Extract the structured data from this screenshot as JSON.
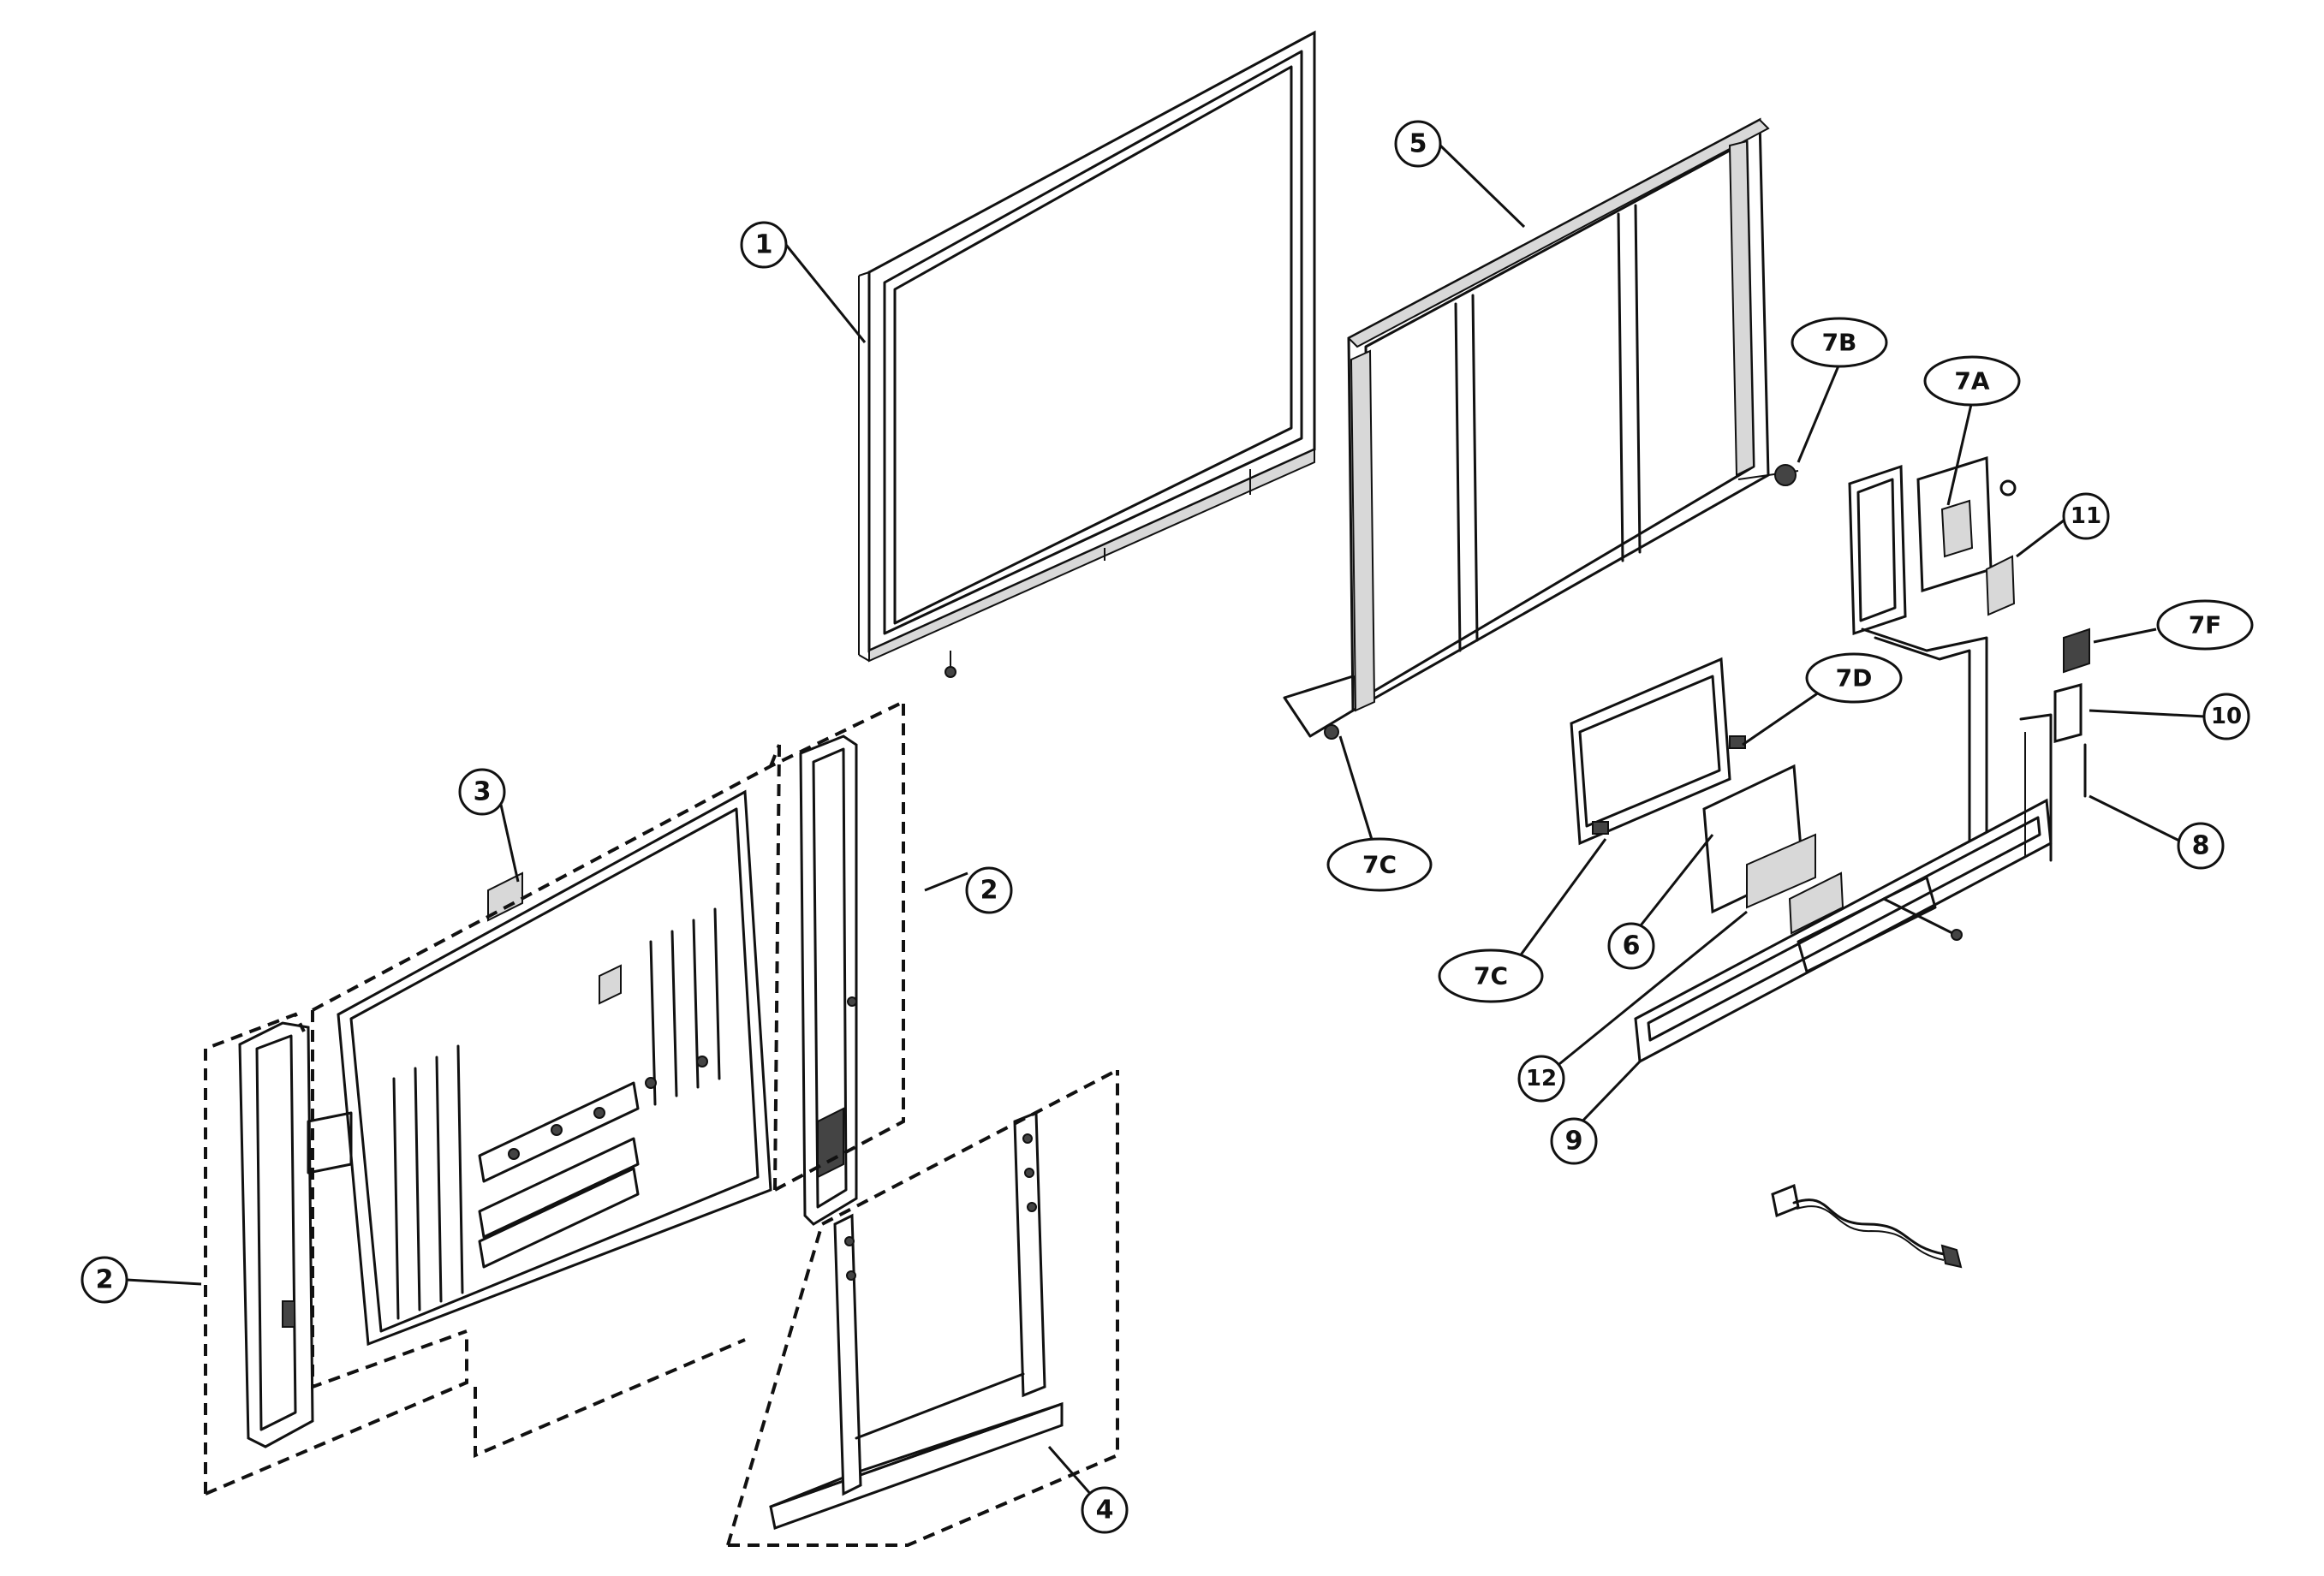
{
  "callouts": {
    "c1": "1",
    "c2a": "2",
    "c2b": "2",
    "c3": "3",
    "c4": "4",
    "c5": "5",
    "c6": "6",
    "c7A": "7A",
    "c7B": "7B",
    "c7C_top": "7C",
    "c7C_bottom": "7C",
    "c7D": "7D",
    "c7F": "7F",
    "c8": "8",
    "c9": "9",
    "c10": "10",
    "c11": "11",
    "c12": "12"
  }
}
